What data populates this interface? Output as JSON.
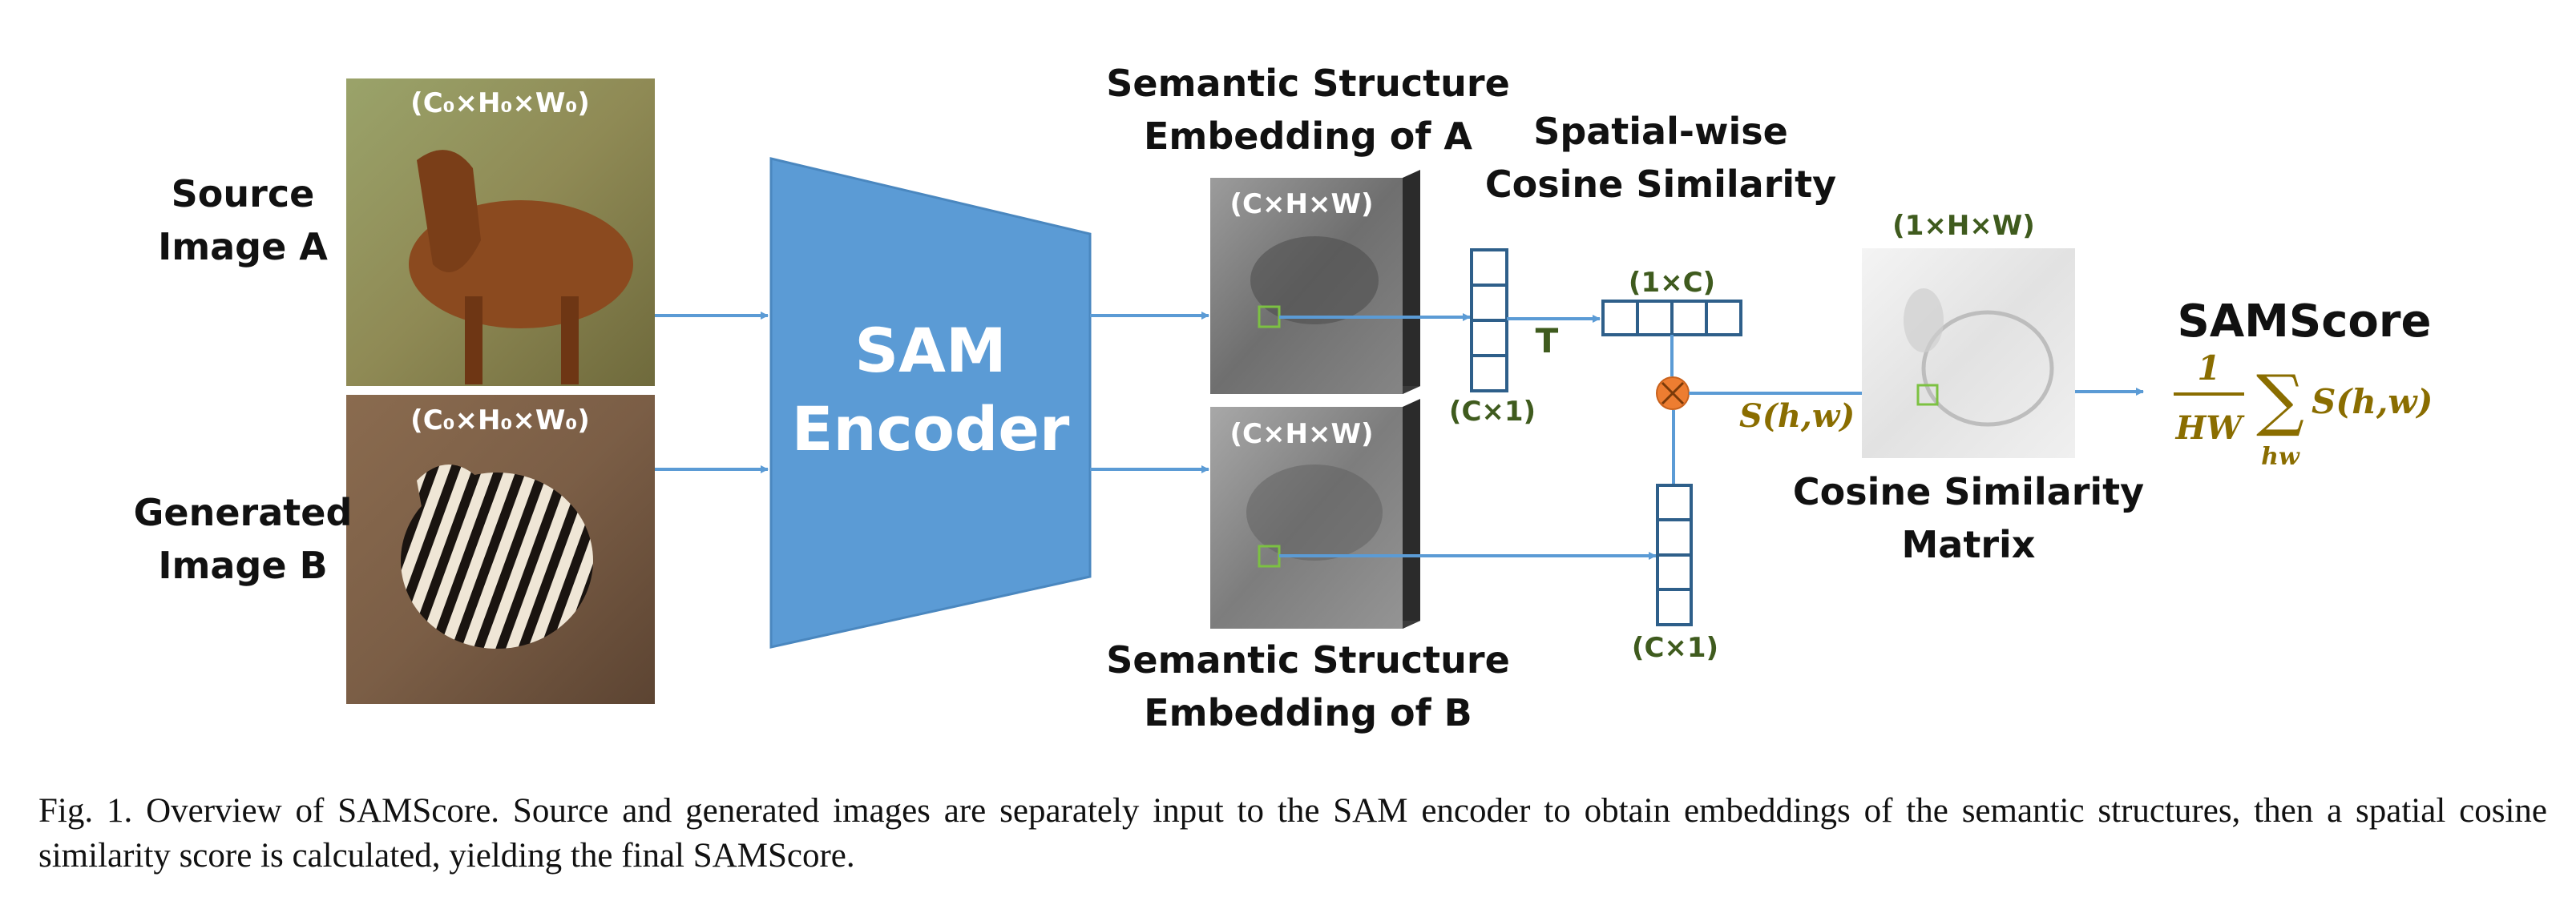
{
  "inputs": {
    "source": {
      "label_line1": "Source",
      "label_line2": "Image A",
      "dim": "(C₀×H₀×W₀)"
    },
    "generated": {
      "label_line1": "Generated",
      "label_line2": "Image B",
      "dim": "(C₀×H₀×W₀)"
    }
  },
  "encoder": {
    "line1": "SAM",
    "line2": "Encoder"
  },
  "embeddings": {
    "a": {
      "title_line1": "Semantic Structure",
      "title_line2": "Embedding of A",
      "dim": "(C×H×W)"
    },
    "b": {
      "title_line1": "Semantic Structure",
      "title_line2": "Embedding of B",
      "dim": "(C×H×W)"
    }
  },
  "vectors": {
    "a_dim": "(C×1)",
    "b_dim": "(C×1)",
    "transposed_dim": "(1×C)",
    "transpose_mark": "T"
  },
  "cosine": {
    "title_line1": "Spatial-wise",
    "title_line2": "Cosine Similarity",
    "s_label": "S(h,w)"
  },
  "matrix": {
    "dim": "(1×H×W)",
    "title_line1": "Cosine Similarity",
    "title_line2": "Matrix"
  },
  "samscore": {
    "title": "SAMScore",
    "numerator": "1",
    "denominator": "HW",
    "sum_sub": "hw",
    "term": "S(h,w)"
  },
  "caption": "Fig. 1.  Overview of SAMScore. Source and generated images are separately input to the SAM encoder to obtain embeddings of the semantic structures, then a spatial cosine similarity score is calculated, yielding the final SAMScore.",
  "colors": {
    "accent": "#5b9bd5",
    "vector_stroke": "#2e5f8a",
    "multiply": "#ed7d31",
    "math_text": "#8a6d00",
    "dim_green": "#3f5b1e"
  },
  "icons": [
    "multiply-circle-icon",
    "arrow-icon",
    "summation-icon"
  ]
}
